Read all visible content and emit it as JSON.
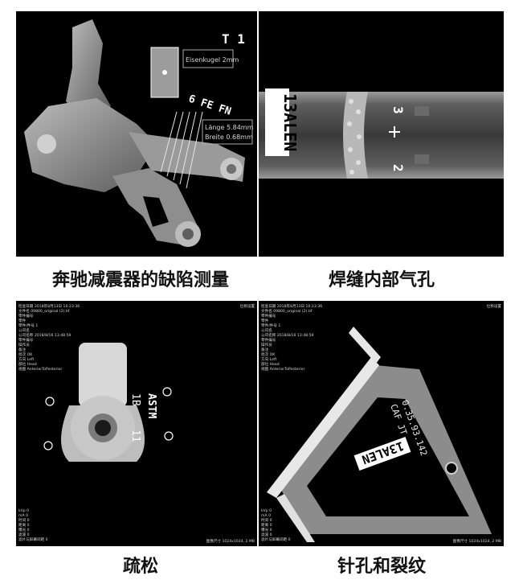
{
  "panels": [
    {
      "caption": "奔驰减震器的缺陷测量",
      "labels": {
        "t1": "T 1",
        "ball": "Eisenkugel 2mm",
        "fefn": "6 FE FN",
        "length": "Länge 5.84mm",
        "width": "Breite 0.68mm"
      }
    },
    {
      "caption": "焊缝内部气孔",
      "labels": {
        "brand": "13ALEN",
        "num3": "3",
        "num2": "2"
      }
    },
    {
      "caption": "疏松",
      "labels": {
        "b1": "1B",
        "astm": "ASTM",
        "n11": "11"
      },
      "info_lines": [
        "检查日期 2018年8月13日 10:23:36",
        "文件名 09800_original (2).tif",
        "零件编号",
        "零件",
        "零件/件号 1",
        "公司名",
        "公司名称 2018/8/16 13:48:59",
        "零件编号",
        "操作员",
        "备注",
        "批次 OK",
        "方向 Left",
        "部位 Head",
        "视图 AnteriorToPosterior"
      ],
      "bottom_lines": [
        "kVp 0",
        "mA 0",
        "时间 0",
        "距离 0",
        "曝光 0",
        "滤波 0",
        "滤片与屏幕间距 0"
      ],
      "corner_tr": "位移设置",
      "corner_br": "图像尺寸 1024x1024, 2 MB"
    },
    {
      "caption": "针孔和裂纹",
      "labels": {
        "code1": "0.35.93.142",
        "code2": "CAF JT",
        "brand": "13ALEN"
      },
      "info_lines": [
        "检查日期 2018年8月13日 10:23:36",
        "文件名 09800_original (2).tif",
        "零件编号",
        "零件",
        "零件/件号 1",
        "公司名",
        "公司名称 2018/8/16 13:48:59",
        "零件编号",
        "操作员",
        "备注",
        "批次 OK",
        "方向 Left",
        "部位 Head",
        "视图 AnteriorToPosterior"
      ],
      "bottom_lines": [
        "kVp 0",
        "mA 0",
        "时间 0",
        "距离 0",
        "曝光 0",
        "滤波 0",
        "滤片与屏幕间距 0"
      ],
      "corner_tr": "位移设置",
      "corner_br": "图像尺寸 1024x1024, 2 MB"
    }
  ]
}
